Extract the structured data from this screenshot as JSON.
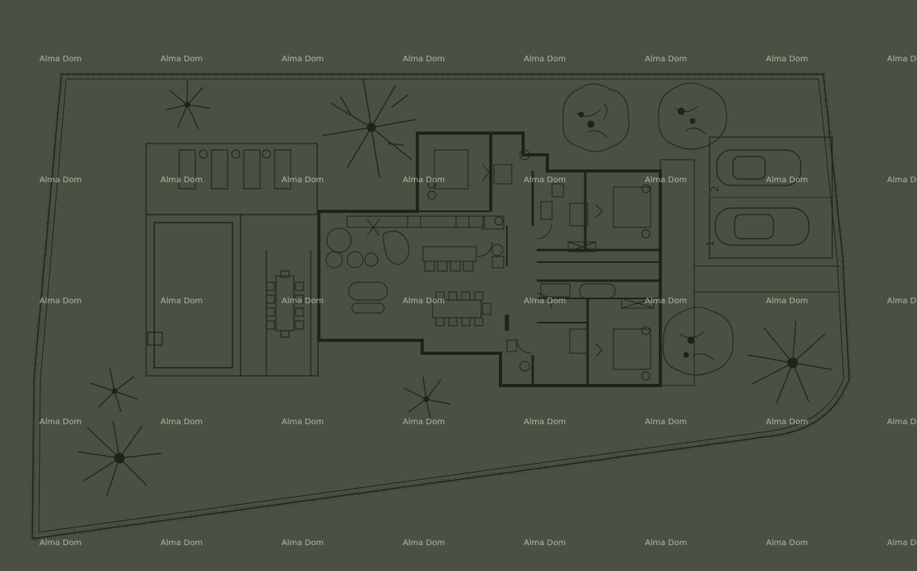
{
  "watermark": {
    "text": "Alma Dom",
    "columns": 8,
    "rows": 5
  },
  "parking": {
    "label_1": "1",
    "label_2": "2"
  },
  "colors": {
    "background": "#4b5142",
    "line": "#1f2419",
    "watermark": "#c4c8b8"
  }
}
